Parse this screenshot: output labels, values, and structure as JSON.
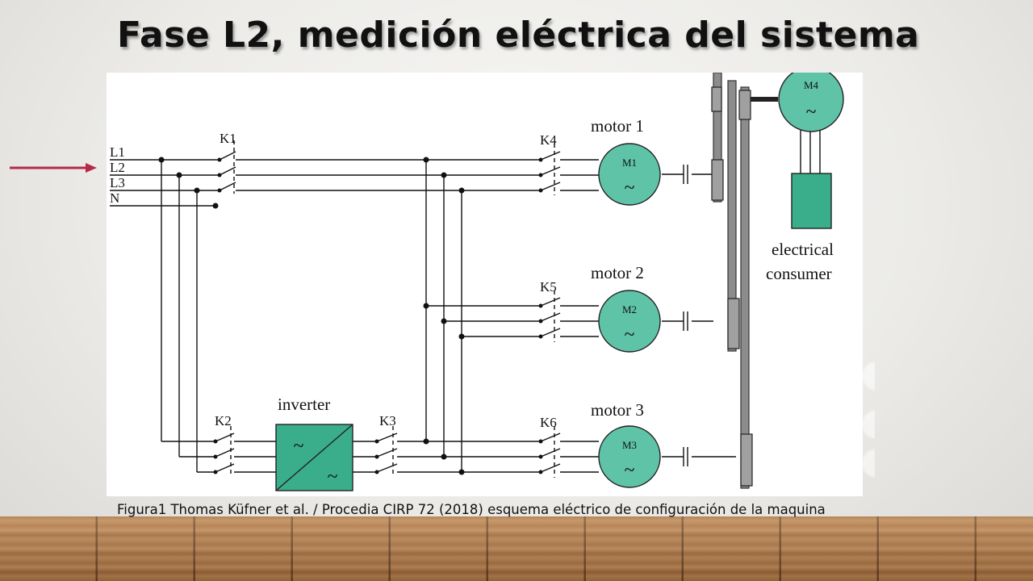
{
  "slide": {
    "title": "Fase L2, medición eléctrica del sistema",
    "caption": "Figura1 Thomas Küfner et al. / Procedia CIRP 72 (2018) esquema eléctrico de configuración de la maquina",
    "arrow_color": "#b5294a",
    "arrow_target": "L2"
  },
  "diagram": {
    "line_labels": [
      "L1",
      "L2",
      "L3",
      "N"
    ],
    "contactors": {
      "k1": "K1",
      "k2": "K2",
      "k3": "K3",
      "k4": "K4",
      "k5": "K5",
      "k6": "K6"
    },
    "inverter_label": "inverter",
    "motors": {
      "motor1_label": "motor 1",
      "motor2_label": "motor 2",
      "motor3_label": "motor 3",
      "m1": "M1",
      "m2": "M2",
      "m3": "M3",
      "m4": "M4"
    },
    "symbols": {
      "tilde": "~"
    },
    "consumer_label_line1": "electrical",
    "consumer_label_line2": "consumer",
    "colors": {
      "motor_fill": "#5fc3a8",
      "inverter_fill": "#3aae8b",
      "consumer_fill": "#3aae8b",
      "shaft_fill": "#9a9a9a"
    }
  }
}
